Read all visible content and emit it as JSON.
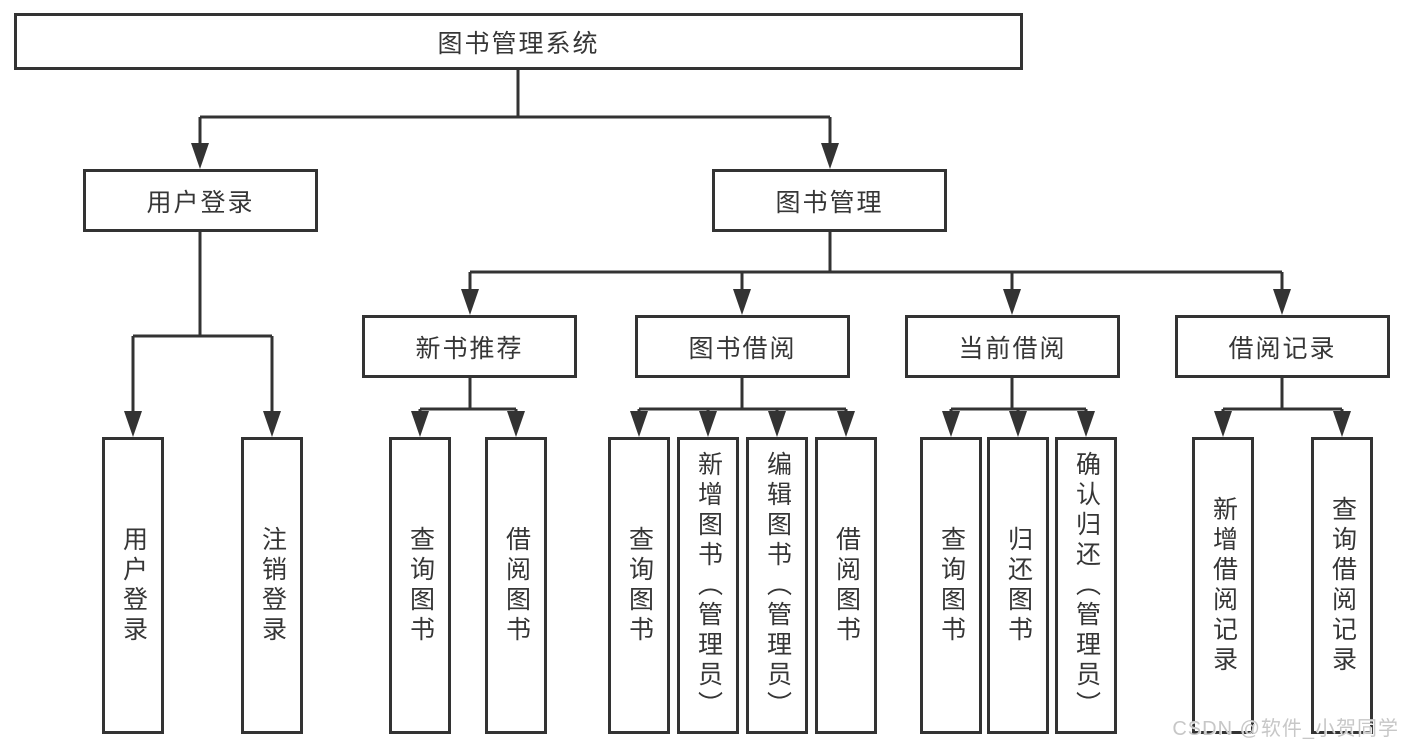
{
  "diagram": {
    "title": "图书管理系统",
    "nodes": {
      "root": "图书管理系统",
      "level2": [
        "用户登录",
        "图书管理"
      ],
      "level3": [
        "新书推荐",
        "图书借阅",
        "当前借阅",
        "借阅记录"
      ],
      "leaves": [
        "用户登录",
        "注销登录",
        "查询图书",
        "借阅图书",
        "查询图书",
        "新增图书（管理员）",
        "编辑图书（管理员）",
        "借阅图书",
        "查询图书",
        "归还图书",
        "确认归还（管理员）",
        "新增借阅记录",
        "查询借阅记录"
      ]
    },
    "edges": [
      {
        "from": "图书管理系统",
        "to": "用户登录"
      },
      {
        "from": "图书管理系统",
        "to": "图书管理"
      },
      {
        "from": "用户登录",
        "to": "用户登录"
      },
      {
        "from": "用户登录",
        "to": "注销登录"
      },
      {
        "from": "图书管理",
        "to": "新书推荐"
      },
      {
        "from": "图书管理",
        "to": "图书借阅"
      },
      {
        "from": "图书管理",
        "to": "当前借阅"
      },
      {
        "from": "图书管理",
        "to": "借阅记录"
      },
      {
        "from": "新书推荐",
        "to": "查询图书"
      },
      {
        "from": "新书推荐",
        "to": "借阅图书"
      },
      {
        "from": "图书借阅",
        "to": "查询图书"
      },
      {
        "from": "图书借阅",
        "to": "新增图书（管理员）"
      },
      {
        "from": "图书借阅",
        "to": "编辑图书（管理员）"
      },
      {
        "from": "图书借阅",
        "to": "借阅图书"
      },
      {
        "from": "当前借阅",
        "to": "查询图书"
      },
      {
        "from": "当前借阅",
        "to": "归还图书"
      },
      {
        "from": "当前借阅",
        "to": "确认归还（管理员）"
      },
      {
        "from": "借阅记录",
        "to": "新增借阅记录"
      },
      {
        "from": "借阅记录",
        "to": "查询借阅记录"
      }
    ]
  },
  "watermark": {
    "text": "CSDN @软件_小贺同学"
  },
  "colors": {
    "line": "#333333",
    "box_border": "#333333",
    "text": "#363636",
    "background": "#ffffff",
    "watermark": "#c7c7c7"
  }
}
